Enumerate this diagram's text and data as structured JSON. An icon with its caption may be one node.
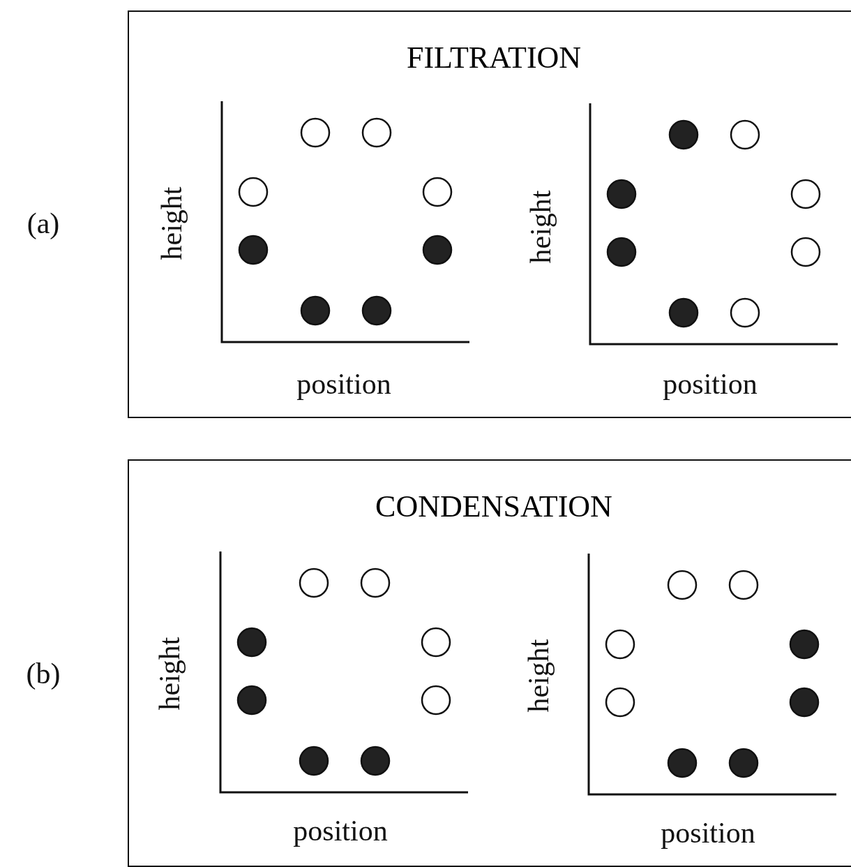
{
  "diagram": {
    "nodes": [
      {
        "text": [
          "FILTRATION"
        ]
      },
      {
        "text": [
          "CONDENSATION"
        ]
      }
    ],
    "labels": [
      "(a)",
      "height",
      "position",
      "height",
      "position",
      "(b)",
      "height",
      "position",
      "height",
      "position"
    ]
  }
}
